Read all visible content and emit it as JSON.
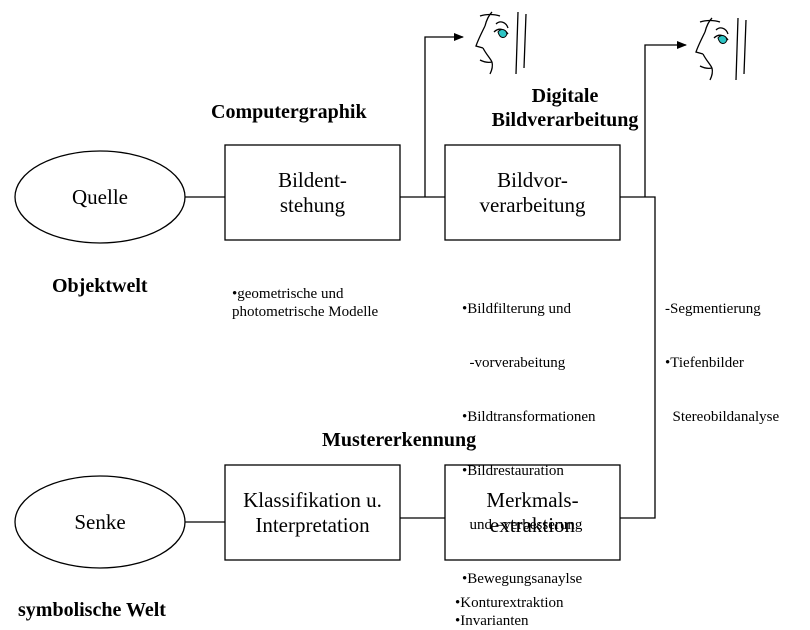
{
  "headings": {
    "computergraphik": "Computergraphik",
    "digitale_line1": "Digitale",
    "digitale_line2": "Bildverarbeitung",
    "objektwelt": "Objektwelt",
    "mustererkennung": "Mustererkennung",
    "symbolische_welt": "symbolische Welt"
  },
  "nodes": {
    "quelle": "Quelle",
    "bildentstehung_line1": "Bildent-",
    "bildentstehung_line2": "stehung",
    "bildvorverarbeitung_line1": "Bildvor-",
    "bildvorverarbeitung_line2": "verarbeitung",
    "senke": "Senke",
    "klassifikation_line1": "Klassifikation u.",
    "klassifikation_line2": "Interpretation",
    "merkmals_line1": "Merkmals-",
    "merkmals_line2": "extraktion"
  },
  "notes": {
    "computergraphik": [
      "•geometrische und",
      "photometrische Modelle"
    ],
    "bildverarbeitung": [
      "•Bildfilterung und",
      "  -vorverabeitung",
      "•Bildtransformationen",
      "•Bildrestauration",
      "  und –verbesserung",
      "•Bewegungsanaylse"
    ],
    "segmentierung": [
      "-Segmentierung",
      "•Tiefenbilder",
      "  Stereobildanalyse"
    ],
    "merkmal": [
      "•Konturextraktion",
      "•Invarianten"
    ]
  },
  "icons": {
    "viewer_1": "face-eye-icon",
    "viewer_2": "face-eye-icon"
  },
  "colors": {
    "line": "#000000",
    "eye": "#2ec4c4"
  }
}
